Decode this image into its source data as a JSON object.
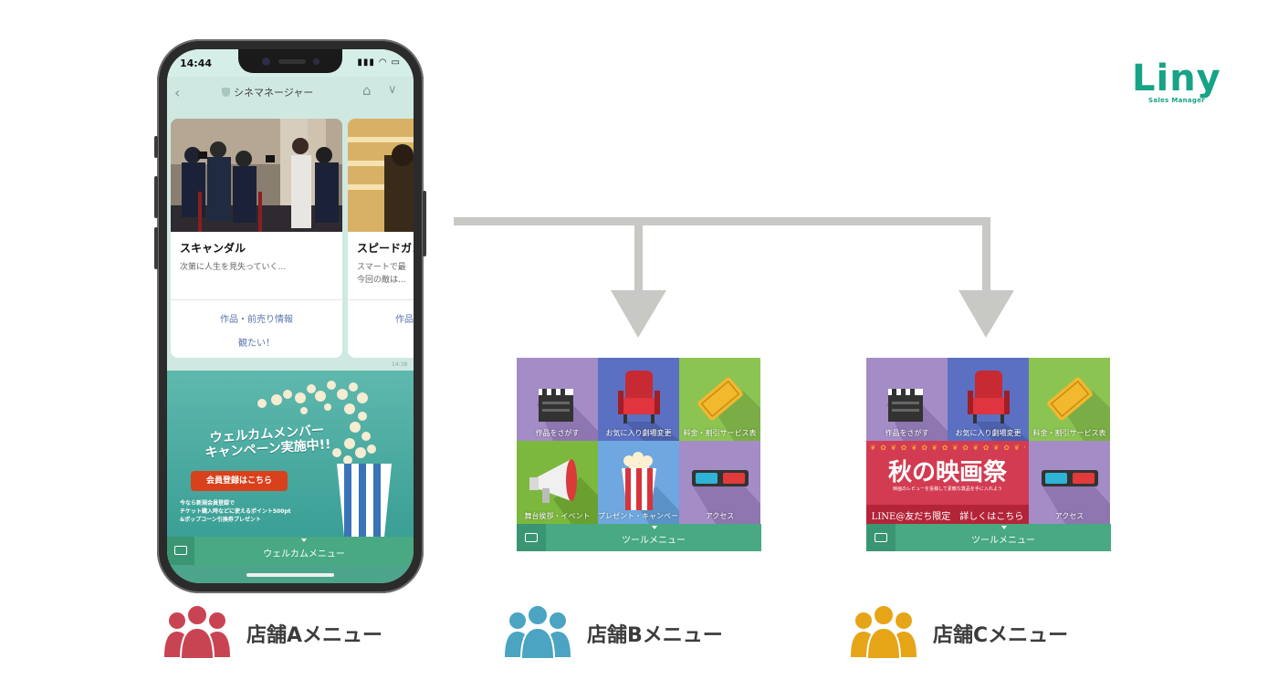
{
  "logo": {
    "wordmark": "Liny",
    "tagline": "Sales Manager",
    "color": "#17a386"
  },
  "phone": {
    "status_time": "14:44",
    "chat_header_title": "シネマネージャー",
    "cards": [
      {
        "title": "スキャンダル",
        "desc": "次第に人生を見失っていく...",
        "action_1": "作品・前売り情報",
        "action_2": "観たい！"
      },
      {
        "title": "スピードガン",
        "desc_1": "スマートで最",
        "desc_2": "今回の敵は...",
        "action_1": "作品"
      }
    ],
    "timestamp": "14:38",
    "banner": {
      "headline_1": "ウェルカムメンバー",
      "headline_2": "キャンペーン実施中!!",
      "cta": "会員登録はこちら",
      "fine_1": "今なら新規会員登録で",
      "fine_2": "チケット購入時などに使えるポイント500pt",
      "fine_3": "&ポップコーン引換券プレゼント"
    },
    "menu_bar_label": "ウェルカムメニュー"
  },
  "menu_b": {
    "tiles": [
      {
        "label": "作品をさがす",
        "icon": "clapperboard-icon",
        "color": "#a48cc7"
      },
      {
        "label": "お気に入り劇場変更",
        "icon": "theater-seat-icon",
        "color": "#5b70c2"
      },
      {
        "label": "料金・割引サービス表",
        "icon": "ticket-icon",
        "color": "#8cc452"
      },
      {
        "label": "舞台挨拶・イベント",
        "icon": "megaphone-icon",
        "color": "#7cb83e"
      },
      {
        "label": "プレゼント・キャンペーン",
        "icon": "popcorn-icon",
        "color": "#6fa8e0"
      },
      {
        "label": "アクセス",
        "icon": "3d-glasses-icon",
        "color": "#a48cc7"
      }
    ],
    "bar_label": "ツールメニュー"
  },
  "menu_c": {
    "tiles": [
      {
        "label": "作品をさがす",
        "icon": "clapperboard-icon",
        "color": "#a48cc7"
      },
      {
        "label": "お気に入り劇場変更",
        "icon": "theater-seat-icon",
        "color": "#5b70c2"
      },
      {
        "label": "料金・割引サービス表",
        "icon": "ticket-icon",
        "color": "#8cc452"
      },
      {
        "label": "アクセス",
        "icon": "3d-glasses-icon",
        "color": "#a48cc7"
      }
    ],
    "promo": {
      "title": "秋の映画祭",
      "subtitle": "映画のレビューを投稿して素敵な賞品を手に入れよう",
      "line": "LINE@友だち限定　詳しくはこちら",
      "color": "#d23b51"
    },
    "bar_label": "ツールメニュー"
  },
  "stores": [
    {
      "label": "店舗Aメニュー",
      "color": "#c94452"
    },
    {
      "label": "店舗Bメニュー",
      "color": "#4aa4c2"
    },
    {
      "label": "店舗Cメニュー",
      "color": "#e6a417"
    }
  ],
  "arrow_color": "#c8c8c4"
}
